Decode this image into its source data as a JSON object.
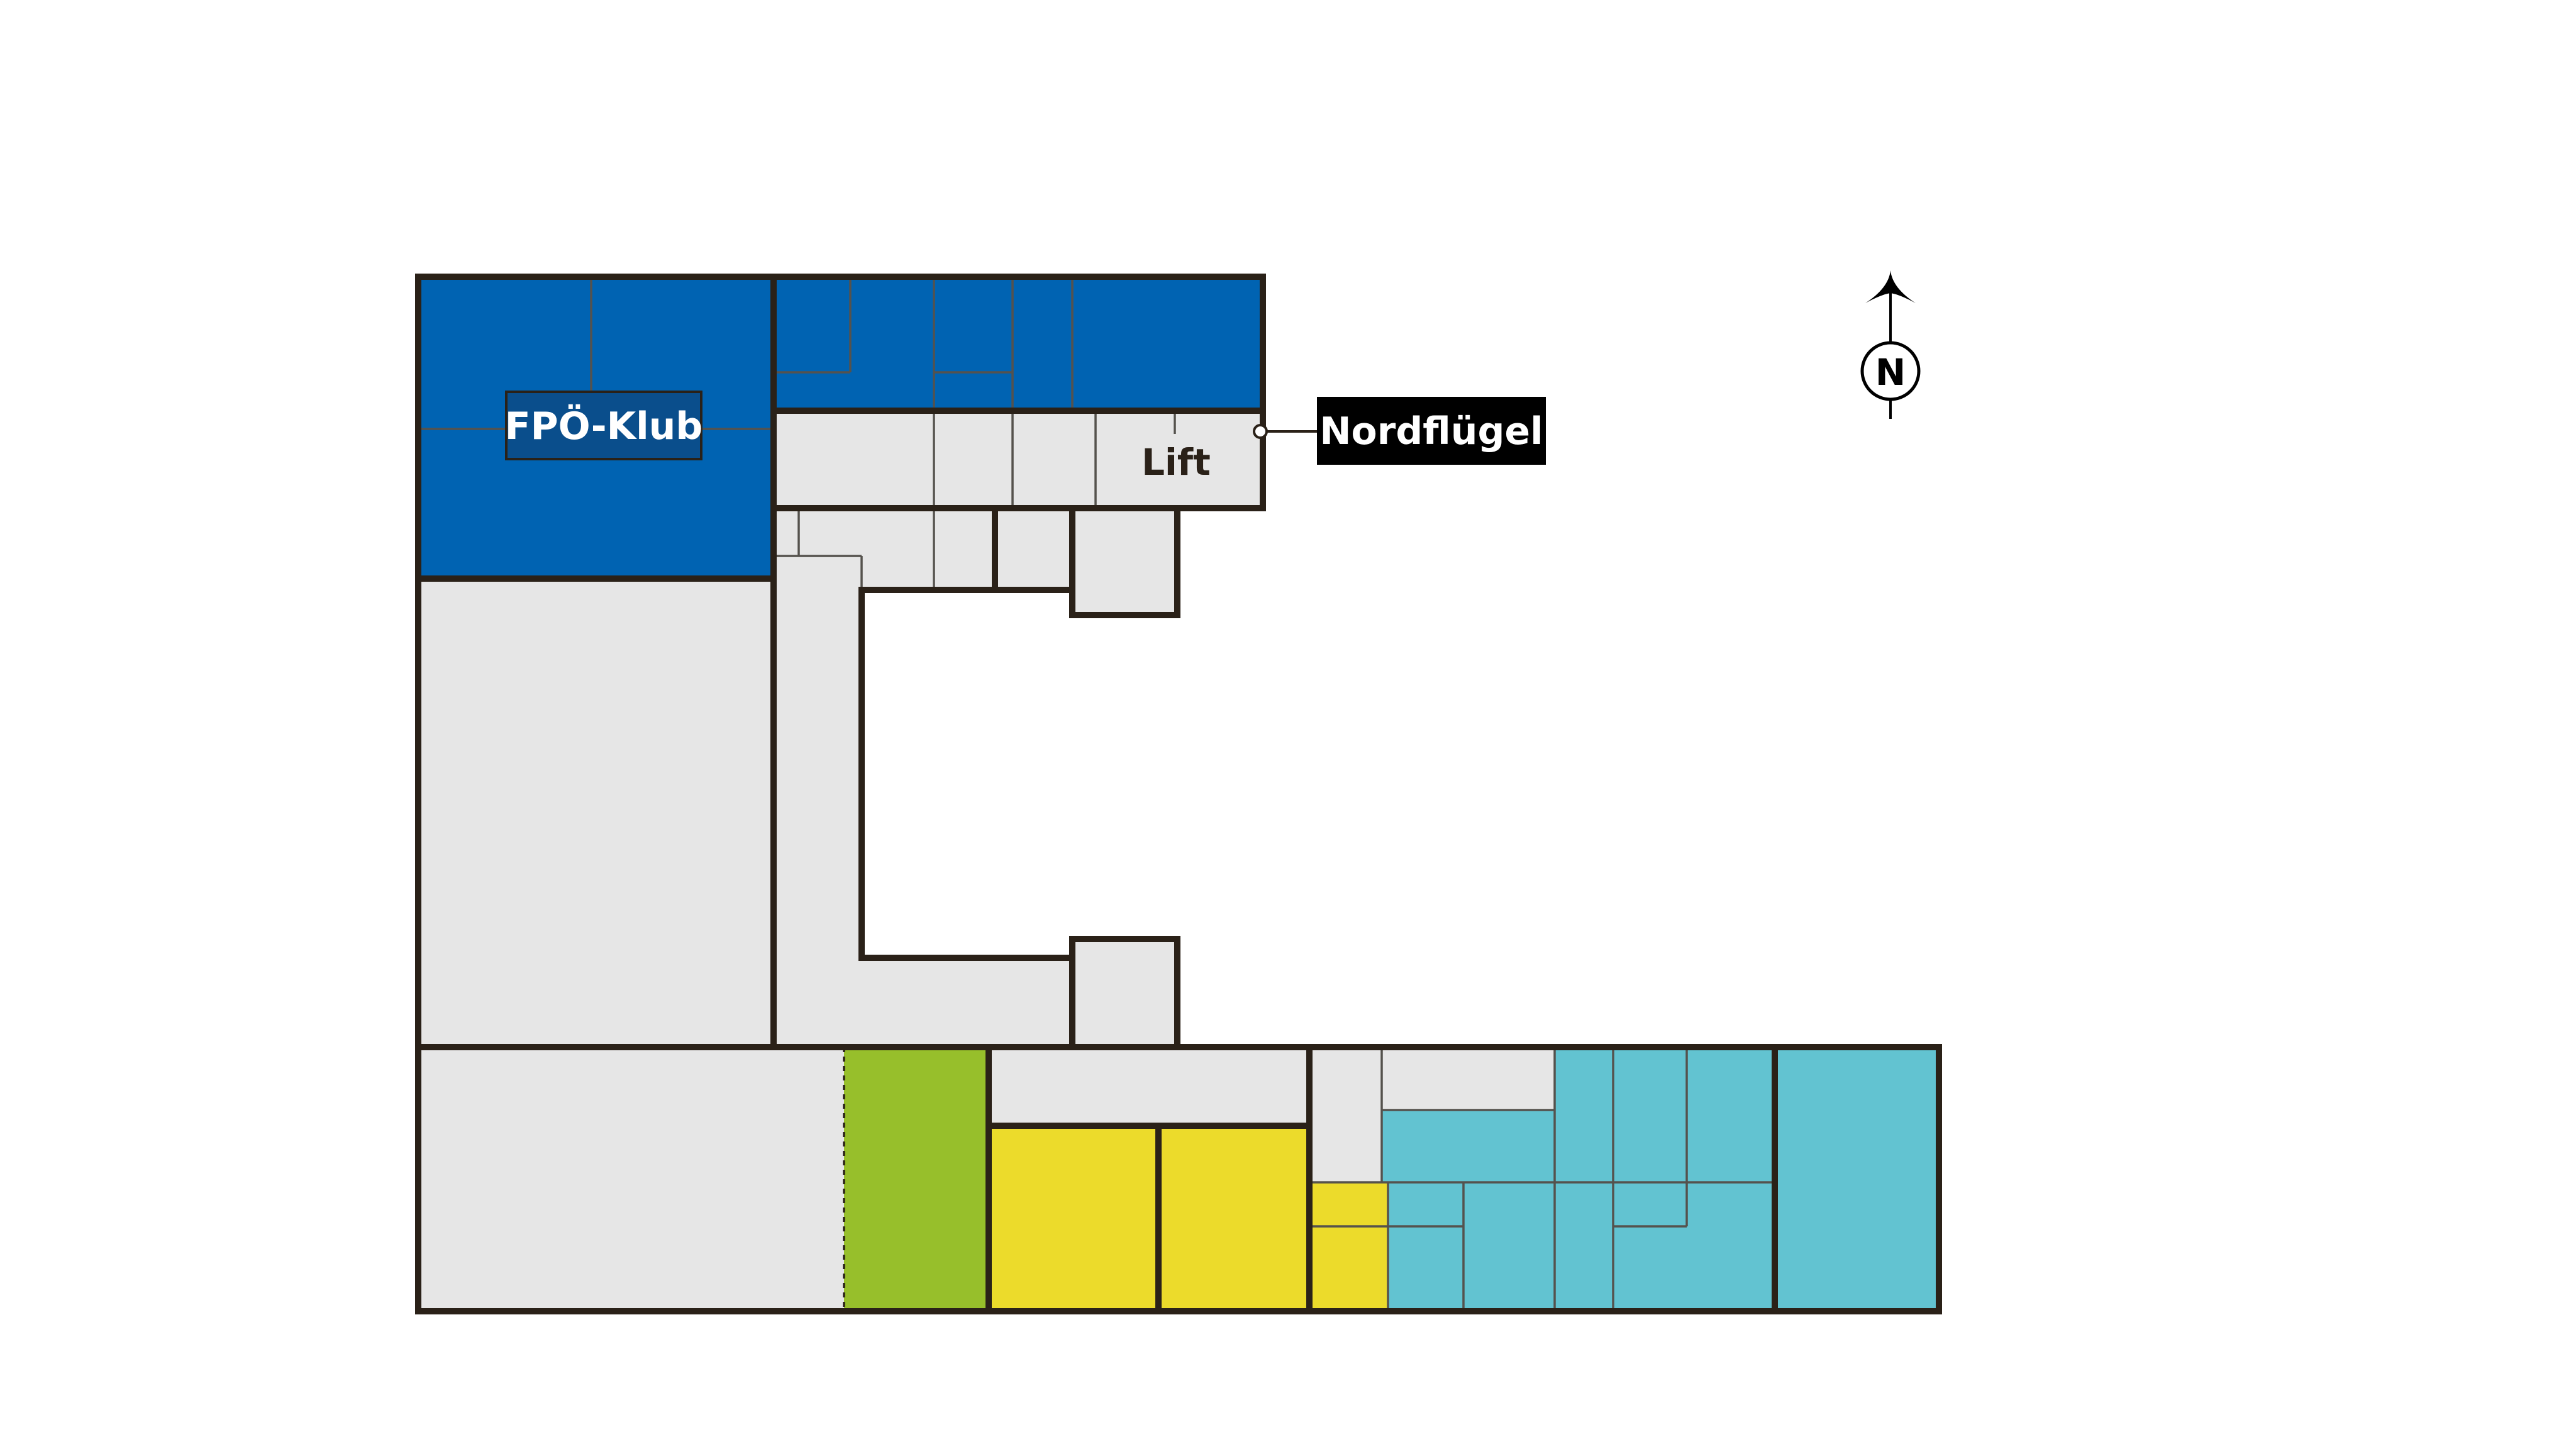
{
  "labels": {
    "fpoe_klub": "FPÖ-Klub",
    "nordfluegel": "Nordflügel",
    "lift": "Lift",
    "north": "N"
  },
  "colors": {
    "background": "#ffffff",
    "room_gray": "#e6e6e6",
    "fpoe_blue": "#0063b2",
    "label_blue": "#0a4e8c",
    "green": "#97bf2b",
    "yellow": "#ecdb2b",
    "cyan": "#62c3d1",
    "wall": "#2a2118",
    "callout_bg": "#000000",
    "callout_text": "#ffffff"
  }
}
